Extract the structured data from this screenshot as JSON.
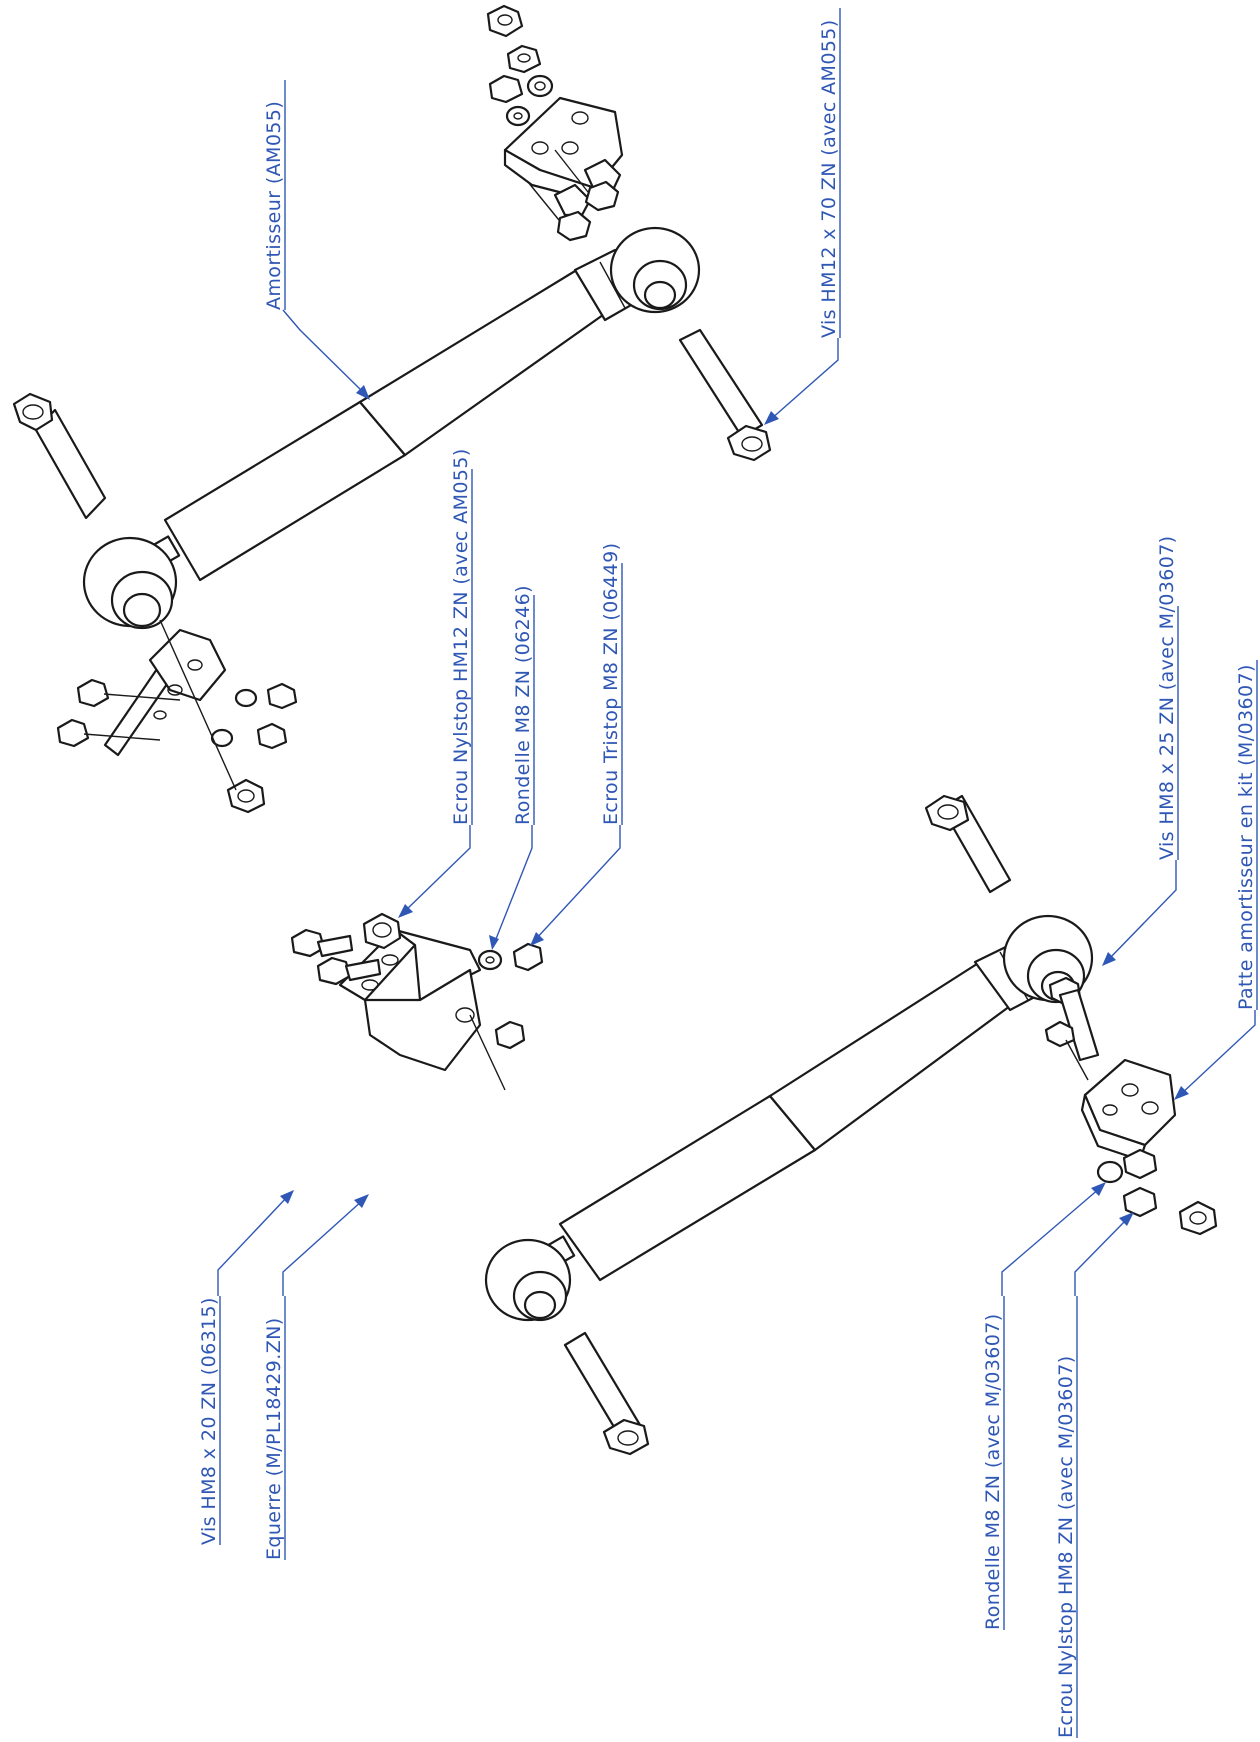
{
  "colors": {
    "annotation": "#2f57b5",
    "linework": "#1a1a1a",
    "background": "#ffffff"
  },
  "labels": {
    "amortisseur": "Amortisseur (AM055)",
    "vis_hm12": "Vis HM12 x 70 ZN (avec AM055)",
    "ecrou_nylstop_hm12": "Ecrou Nylstop HM12 ZN (avec AM055)",
    "rondelle_m8": "Rondelle M8 ZN (06246)",
    "ecrou_tristop": "Ecrou Tristop M8 ZN (06449)",
    "vis_hm8_25": "Vis HM8 x 25 ZN (avec M/03607)",
    "patte": "Patte amortisseur en kit (M/03607)",
    "vis_hm8_20": "Vis HM8 x 20 ZN (06315)",
    "equerre": "Equerre (M/PL18429.ZN)",
    "rondelle_m8_kit": "Rondelle M8 ZN (avec M/03607)",
    "ecrou_nylstop_hm8": "Ecrou Nylstop HM8 ZN (avec M/03607)"
  }
}
